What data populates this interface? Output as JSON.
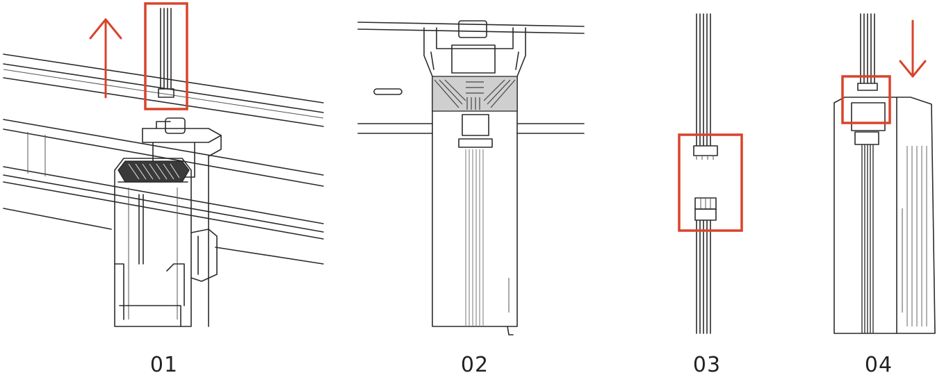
{
  "accent_color": "#d9432b",
  "steps": [
    {
      "label": "01",
      "arrow": "up"
    },
    {
      "label": "02"
    },
    {
      "label": "03"
    },
    {
      "label": "04",
      "arrow": "down"
    }
  ]
}
